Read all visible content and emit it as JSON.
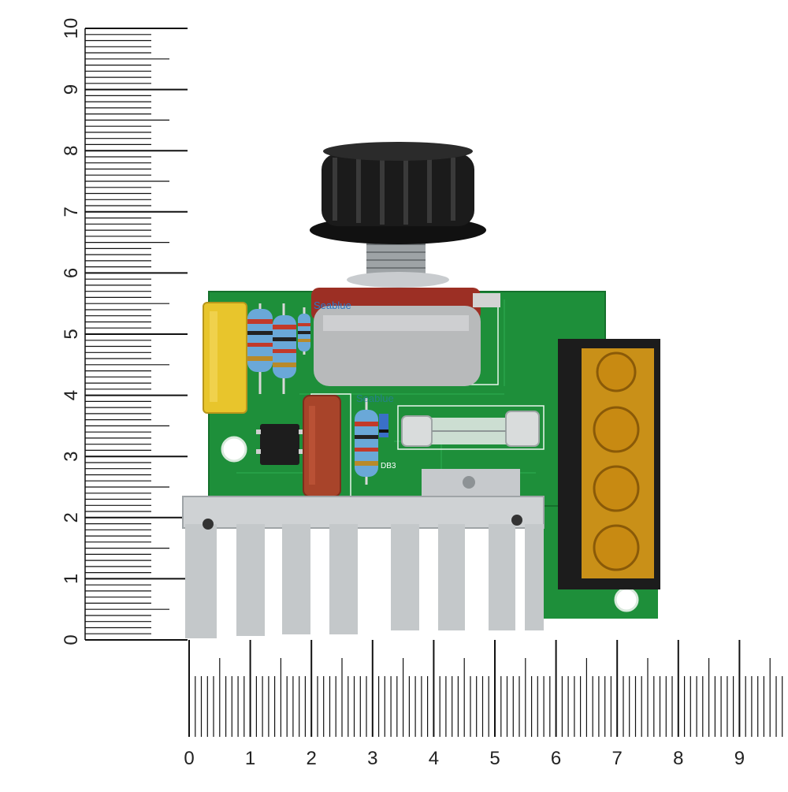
{
  "vertical_ruler": {
    "labels": [
      "0",
      "1",
      "2",
      "3",
      "4",
      "5",
      "6",
      "7",
      "8",
      "9",
      "10"
    ]
  },
  "horizontal_ruler": {
    "labels": [
      "0",
      "1",
      "2",
      "3",
      "4",
      "5",
      "6",
      "7",
      "8",
      "9"
    ]
  },
  "board": {
    "silkscreen_db3": "DB3",
    "watermark_small": "Seablue",
    "watermark_large": "Seablue"
  },
  "colors": {
    "pcb": "#1e8f3a",
    "knob": "#1b1b1b",
    "heatsink": "#c9cccf",
    "terminal": "#d89a18",
    "capacitor_yellow": "#e8c52c",
    "capacitor_red": "#a8442a"
  }
}
